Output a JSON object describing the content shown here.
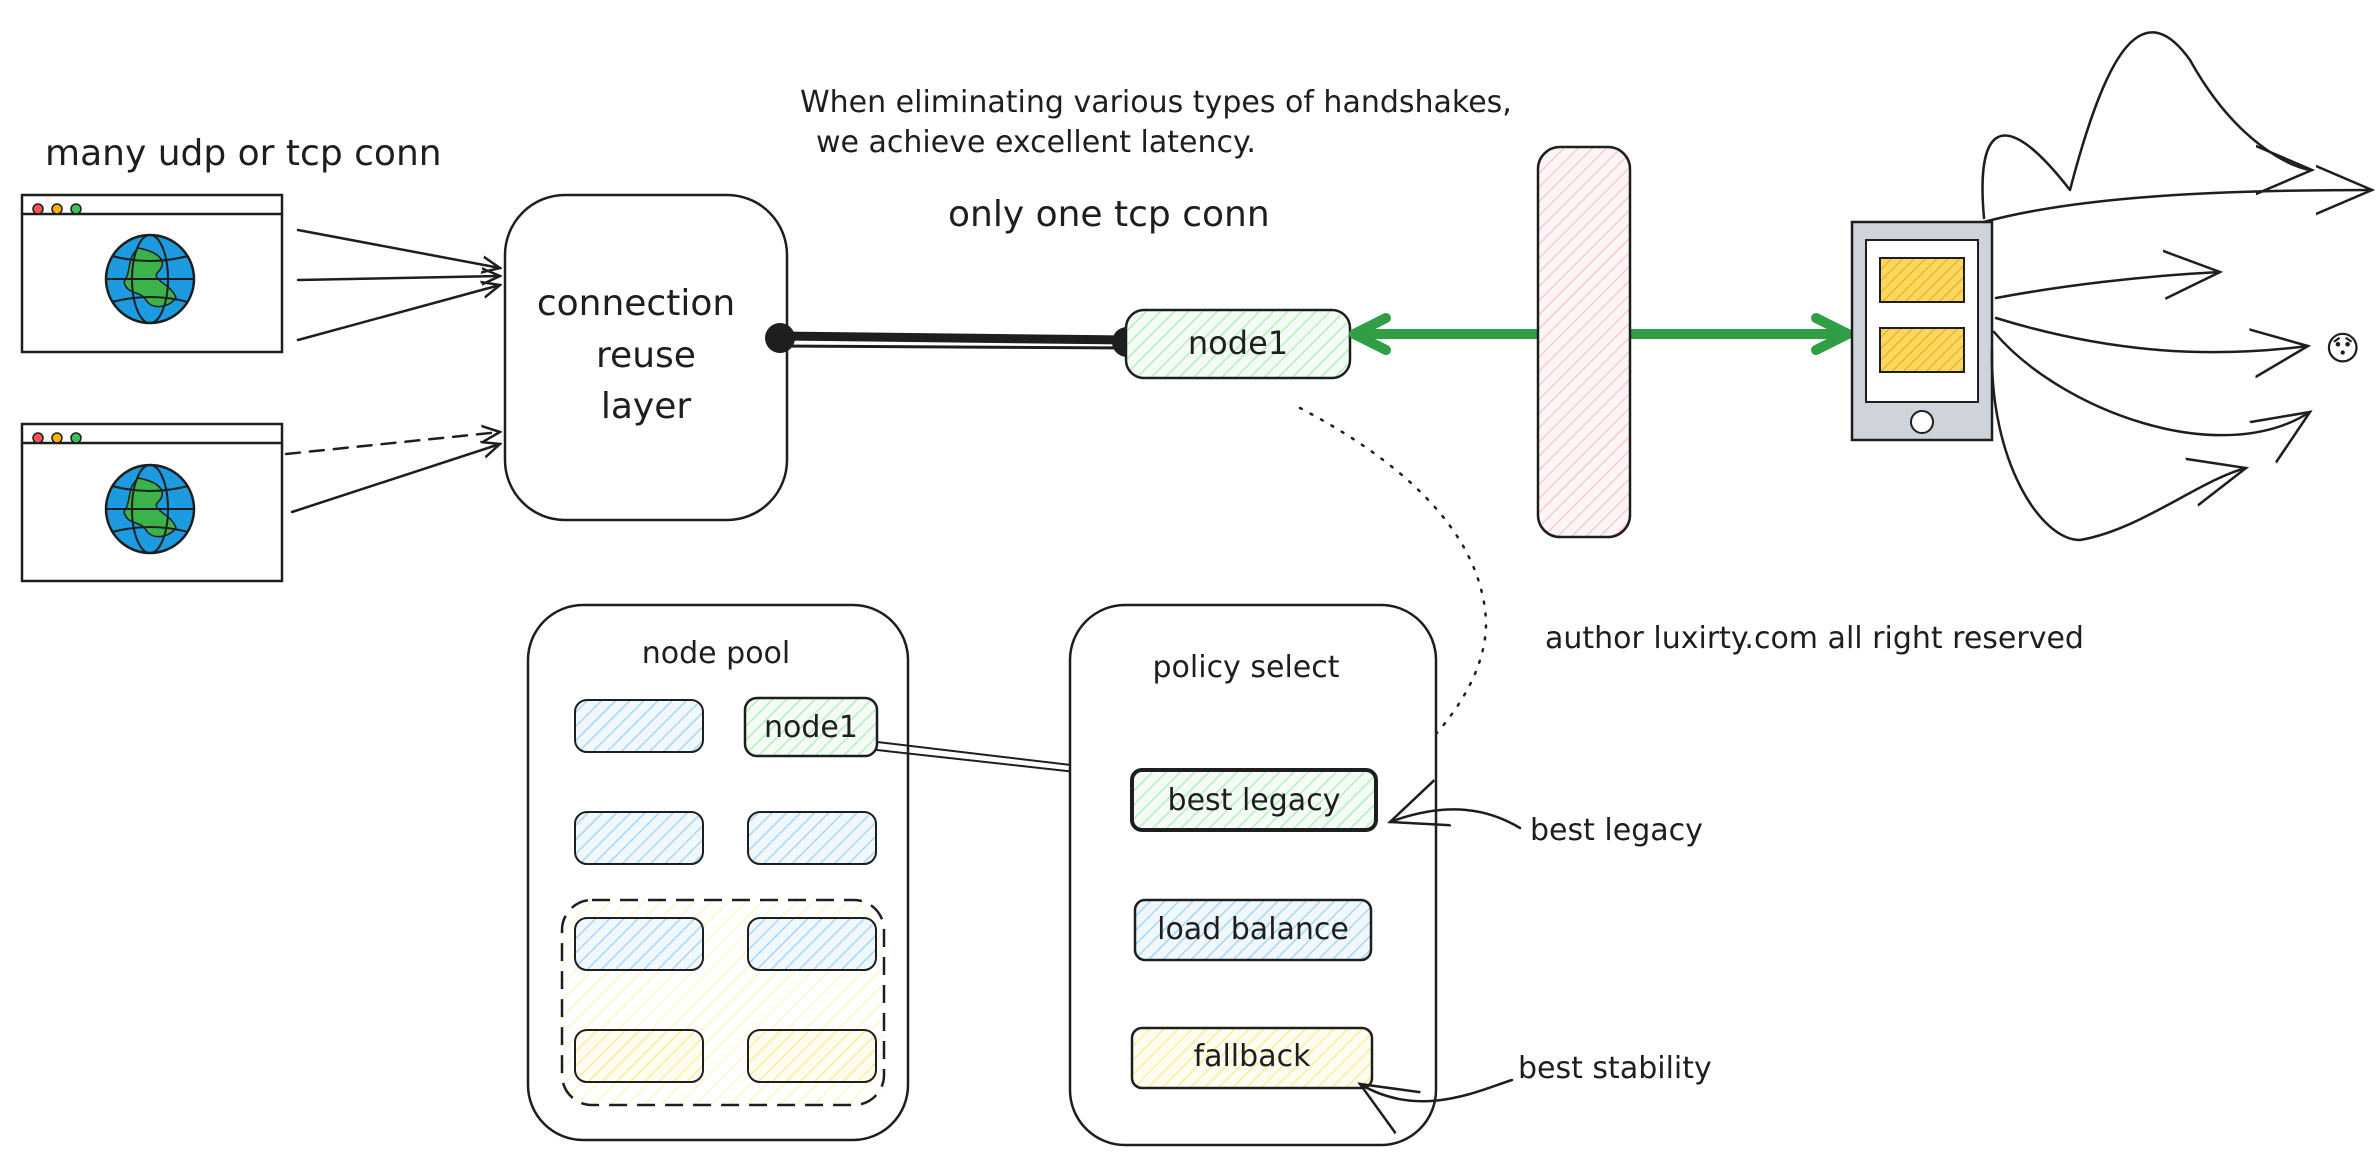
{
  "colors": {
    "ink": "#1e1e1e",
    "green_link": "#2f9e44",
    "node_green_fill": "#d3f9d8",
    "node_blue_fill": "#c5e3f6",
    "node_yellow_fill": "#fff3bf",
    "firewall_pink_fill": "#ffd6dc",
    "phone_gray": "#ced4da",
    "phone_yellow": "#f5c542",
    "globe_blue": "#1c9be0",
    "globe_land": "#3cb34a",
    "dot_red": "#fa5252",
    "dot_yellow": "#fab005",
    "dot_green": "#40c057"
  },
  "labels": {
    "many_conn": "many udp or tcp conn",
    "latency_line1": "When eliminating various types of handshakes,",
    "latency_line2": "we achieve excellent latency.",
    "one_tcp": "only one tcp conn",
    "reuse_line1": "connection",
    "reuse_line2": "reuse",
    "reuse_line3": "layer",
    "node1_top": "node1",
    "author": "author luxirty.com all right reserved",
    "emoji": "😯"
  },
  "node_pool": {
    "title": "node pool",
    "node1": "node1"
  },
  "policy_select": {
    "title": "policy select",
    "items": [
      "best legacy",
      "load balance",
      "fallback"
    ]
  },
  "annotations": {
    "best_legacy": "best legacy",
    "best_stability": "best stability"
  },
  "icons": {
    "browser": "browser-window-icon",
    "globe": "globe-icon",
    "phone": "smartphone-icon"
  }
}
